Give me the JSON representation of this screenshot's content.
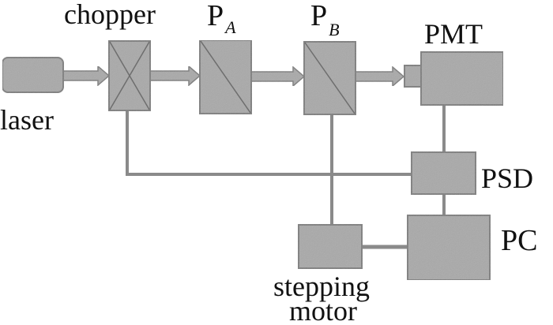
{
  "diagram": {
    "type": "optical-setup-block-diagram",
    "colors": {
      "block_fill": "#a8a8a8",
      "block_stroke": "#7a7a7a",
      "line": "#8a8a8a",
      "text": "#111111",
      "background": "#ffffff"
    },
    "components": {
      "laser": {
        "label": "laser"
      },
      "chopper": {
        "label": "chopper"
      },
      "polarizer_a": {
        "label": "P",
        "subscript": "A"
      },
      "polarizer_b": {
        "label": "P",
        "subscript": "B"
      },
      "pmt": {
        "label": "PMT"
      },
      "psd": {
        "label": "PSD"
      },
      "pc": {
        "label": "PC"
      },
      "stepping_motor": {
        "label_line1": "stepping",
        "label_line2": "motor"
      }
    },
    "beam_path": [
      "laser",
      "chopper",
      "polarizer_a",
      "polarizer_b",
      "pmt"
    ],
    "connections": [
      {
        "from": "chopper",
        "to": "psd",
        "kind": "signal"
      },
      {
        "from": "pmt",
        "to": "psd",
        "kind": "signal"
      },
      {
        "from": "psd",
        "to": "pc",
        "kind": "signal"
      },
      {
        "from": "stepping_motor",
        "to": "pc",
        "kind": "signal"
      },
      {
        "from": "polarizer_b",
        "to": "stepping_motor",
        "kind": "mechanical"
      }
    ]
  }
}
